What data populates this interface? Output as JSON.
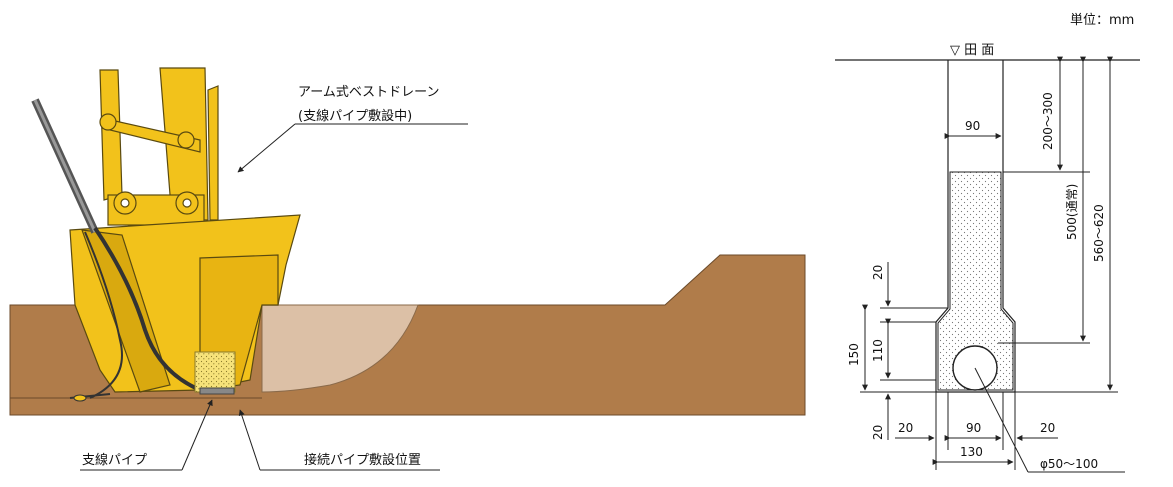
{
  "unit": "単位：mm",
  "machine": {
    "label_line1": "アーム式ベストドレーン",
    "label_line2": "(支線パイプ敷設中)",
    "branch_pipe_label": "支線パイプ",
    "connection_pipe_label": "接続パイプ敷設位置"
  },
  "section": {
    "ground_label": "▽ 田 面",
    "dims": {
      "trench_width_top": "90",
      "depth_top": "200～300",
      "depth_normal": "500(通常)",
      "depth_total": "560～620",
      "side_20_top": "20",
      "height_150": "150",
      "height_110": "110",
      "bottom_20_left": "20",
      "bottom_20_inner": "20",
      "bottom_90": "90",
      "bottom_20_right": "20",
      "bottom_130": "130",
      "pipe_diameter": "φ50～100"
    }
  },
  "colors": {
    "soil": "#b07c4a",
    "soil_light": "#dcc0a6",
    "machine": "#f2c21b",
    "fill_dots": "#777777",
    "line": "#222222"
  }
}
